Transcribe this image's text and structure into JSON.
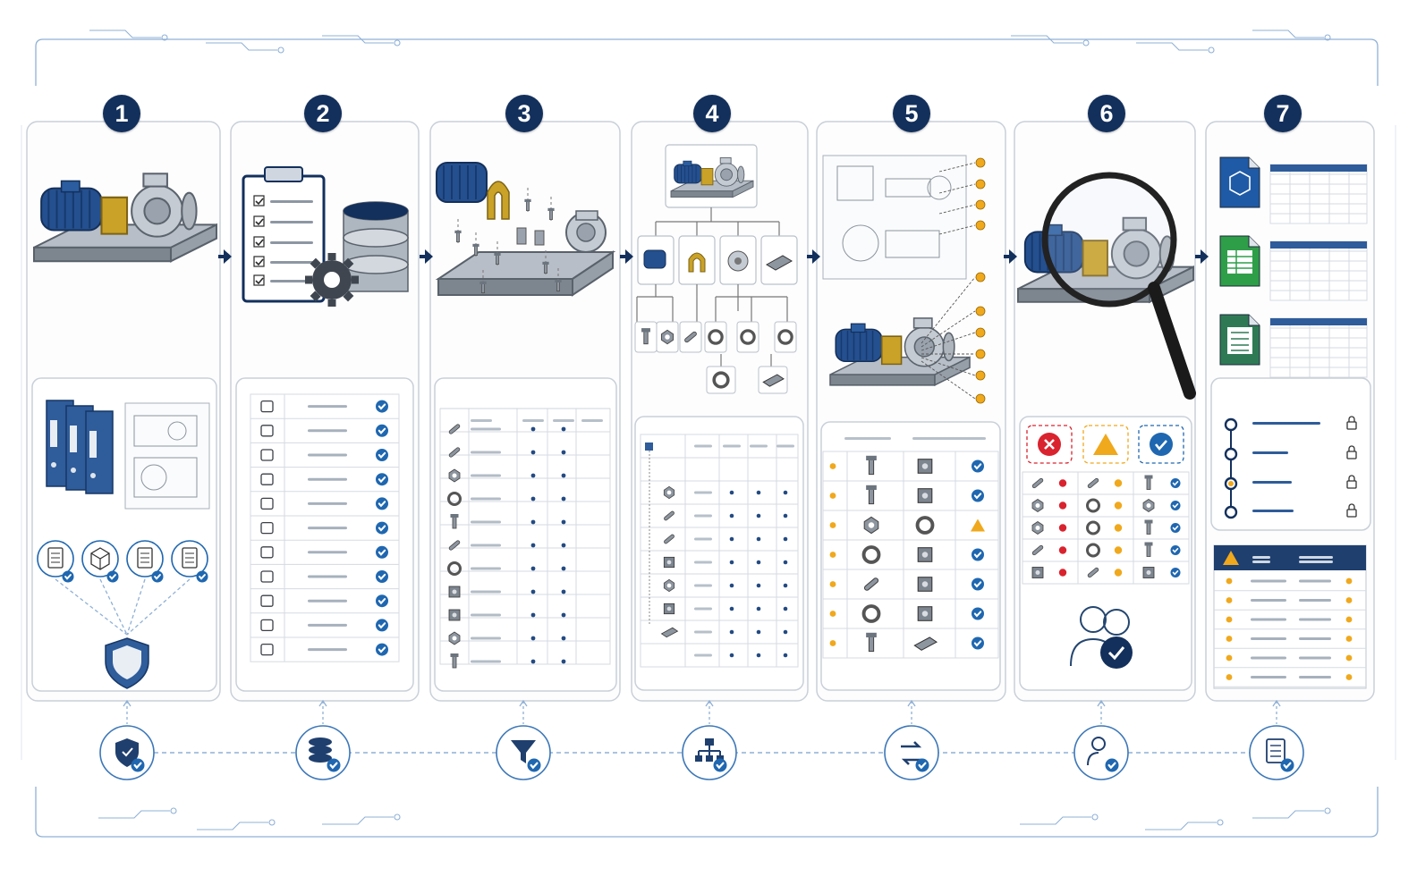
{
  "steps": [
    "1",
    "2",
    "3",
    "4",
    "5",
    "6",
    "7"
  ],
  "colors": {
    "navy": "#13305c",
    "blue": "#1f67b0",
    "motor_blue": "#25508f",
    "gold": "#c9a227",
    "steel": "#9aa3ad",
    "panel_border": "#c9d0d9",
    "connector": "#8fb0d6",
    "red": "#d9232e",
    "orange": "#f0a81c",
    "green": "#2e9e48",
    "row_line": "#d5dae1"
  },
  "icons": {
    "panel_1": [
      "pump-assembly-icon",
      "binders-icon",
      "technical-drawing-icon",
      "document-icon",
      "cad-model-icon",
      "spec-sheet-icon",
      "checklist-icon",
      "shield-icon"
    ],
    "panel_2": [
      "clipboard-checklist-icon",
      "database-icon",
      "gear-icon",
      "tag-icon",
      "list-icon",
      "hash-icon",
      "cube-icon",
      "folder-icon",
      "layers-icon",
      "target-icon",
      "balance-icon",
      "calendar-icon",
      "link-icon"
    ],
    "panel_3": [
      "exploded-pump-icon",
      "bolt-icon",
      "washer-icon",
      "nut-icon",
      "pin-icon"
    ],
    "panel_4": [
      "pump-assembly-icon",
      "motor-icon",
      "coupling-icon",
      "pump-casing-icon",
      "baseplate-icon",
      "bolt-icon",
      "nut-icon",
      "ring-icon"
    ],
    "panel_5": [
      "drawing-callout-icon",
      "pump-assembly-icon",
      "callout-marker-icon"
    ],
    "panel_6": [
      "magnifier-icon",
      "error-icon",
      "warning-icon",
      "check-icon",
      "reviewers-icon"
    ],
    "panel_7": [
      "cad-export-icon",
      "spreadsheet-icon",
      "report-icon",
      "lock-icon",
      "warning-icon"
    ],
    "bottom_row": [
      "shield-check-icon",
      "database-check-icon",
      "filter-check-icon",
      "hierarchy-check-icon",
      "swap-check-icon",
      "user-check-icon",
      "document-check-icon"
    ]
  }
}
